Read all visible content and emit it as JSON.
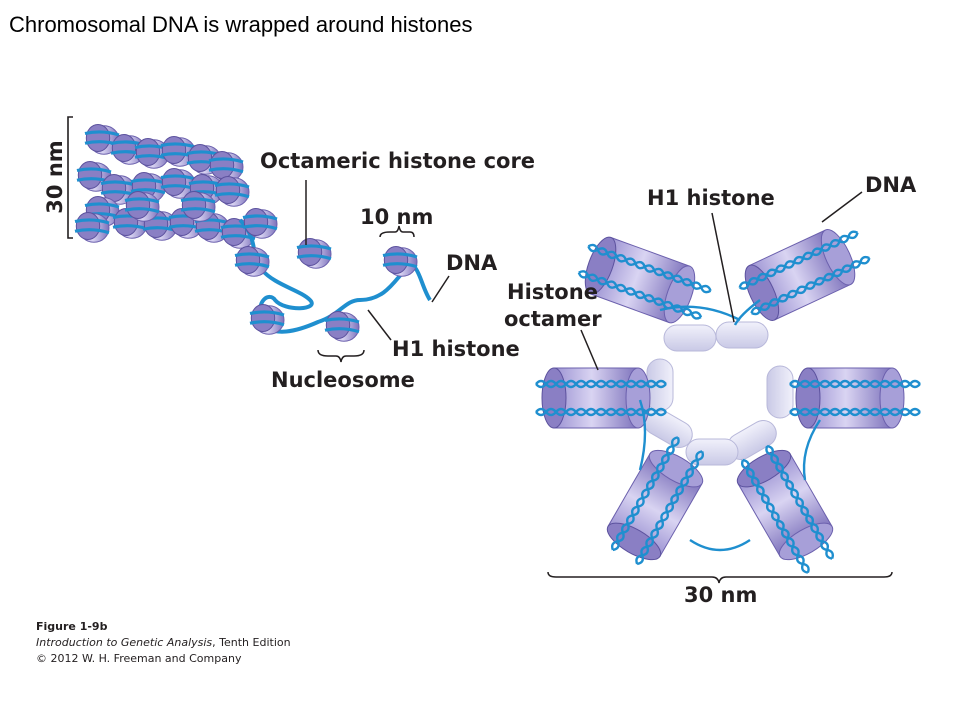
{
  "slide_title": "Chromosomal DNA is wrapped around histones",
  "labels": {
    "scale_30nm_left": "30 nm",
    "octameric_core": "Octameric histone core",
    "ten_nm": "10 nm",
    "dna_left": "DNA",
    "h1_left": "H1 histone",
    "nucleosome": "Nucleosome",
    "h1_right": "H1 histone",
    "dna_right": "DNA",
    "histone_octamer_line1": "Histone",
    "histone_octamer_line2": "octamer",
    "scale_30nm_bottom": "30 nm"
  },
  "caption": {
    "figure": "Figure 1-9b",
    "book_title": "Introduction to Genetic Analysis",
    "edition": ", Tenth Edition",
    "copyright": "© 2012 W. H. Freeman and Company"
  },
  "colors": {
    "dna": "#1f8fcf",
    "histone_face": "#8a7fc4",
    "histone_body": "#b0a8dc",
    "h1": "#dcdcf2",
    "text": "#231f20"
  }
}
